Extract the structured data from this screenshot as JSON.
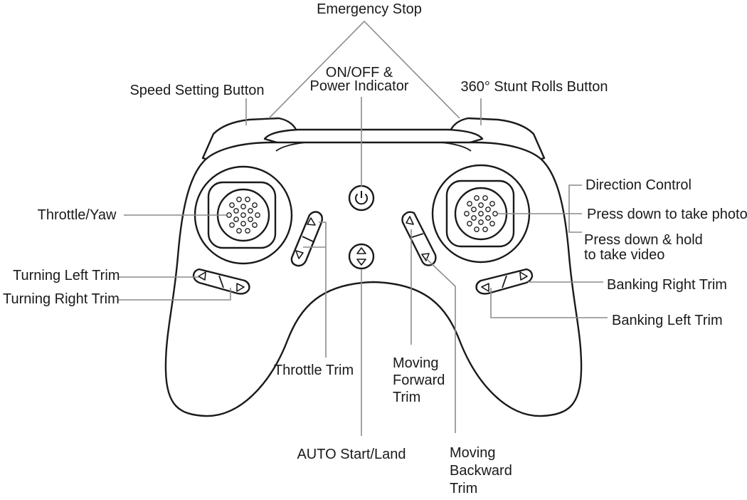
{
  "labels": {
    "emergency_stop": "Emergency Stop",
    "speed_setting_button": "Speed Setting Button",
    "on_off_line1": "ON/OFF &",
    "on_off_line2": "Power Indicator",
    "stunt_rolls_button": "360° Stunt Rolls Button",
    "direction_control": "Direction Control",
    "press_photo": "Press down to take photo",
    "press_video_line1": "Press down & hold",
    "press_video_line2": "to take video",
    "throttle_yaw": "Throttle/Yaw",
    "turning_left_trim": "Turning Left Trim",
    "turning_right_trim": "Turning Right Trim",
    "banking_right_trim": "Banking Right Trim",
    "banking_left_trim": "Banking Left Trim",
    "throttle_trim": "Throttle Trim",
    "moving_forward_line1": "Moving",
    "moving_forward_line2": "Forward",
    "moving_forward_line3": "Trim",
    "auto_start_land": "AUTO Start/Land",
    "moving_backward_line1": "Moving",
    "moving_backward_line2": "Backward",
    "moving_backward_line3": "Trim"
  },
  "icons": {
    "power": "power-icon",
    "updown": "up-down-arrows-icon"
  },
  "colors": {
    "line": "#1a1a1a",
    "leader": "#8c8c8c",
    "background": "#ffffff"
  }
}
